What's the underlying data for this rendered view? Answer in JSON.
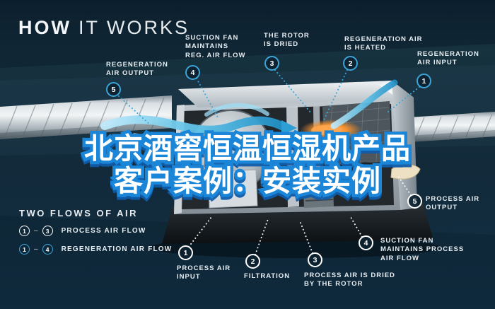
{
  "title": {
    "bold": "HOW",
    "light": "IT WORKS"
  },
  "overlay": {
    "line1": "北京酒窖恒温恒湿机产品",
    "line2": "客户案例：安装实例"
  },
  "legend": {
    "title": "TWO FLOWS OF AIR",
    "rows": [
      {
        "start": "1",
        "end": "3",
        "label": "PROCESS AIR FLOW"
      },
      {
        "start": "1",
        "end": "4",
        "label": "REGENERATION AIR FLOW"
      }
    ]
  },
  "callouts": {
    "regen_output": {
      "num": "5",
      "label": "REGENERATION\nAIR OUTPUT"
    },
    "suction_regen": {
      "num": "4",
      "label": "SUCTION FAN\nMAINTAINS\nREG. AIR FLOW"
    },
    "rotor_dried": {
      "num": "3",
      "label": "THE ROTOR\nIS DRIED"
    },
    "regen_heated": {
      "num": "2",
      "label": "REGENERATION AIR\nIS HEATED"
    },
    "regen_input": {
      "num": "1",
      "label": "REGENERATION\nAIR INPUT"
    },
    "process_input": {
      "num": "1",
      "label": "PROCESS AIR\nINPUT"
    },
    "filtration": {
      "num": "2",
      "label": "FILTRATION"
    },
    "process_dried": {
      "num": "3",
      "label": "PROCESS AIR IS DRIED\nBY THE ROTOR"
    },
    "suction_process": {
      "num": "4",
      "label": "SUCTION FAN\nMAINTAINS PROCESS\nAIR FLOW"
    },
    "process_output": {
      "num": "5",
      "label": "PROCESS AIR\nOUTPUT"
    }
  },
  "colors": {
    "regen_accent": "#3BA5D8",
    "process_accent": "#FFFFFF",
    "overlay_outline": "#1B86D8",
    "background": "#12293A",
    "heater_glow": "#F5922E"
  }
}
